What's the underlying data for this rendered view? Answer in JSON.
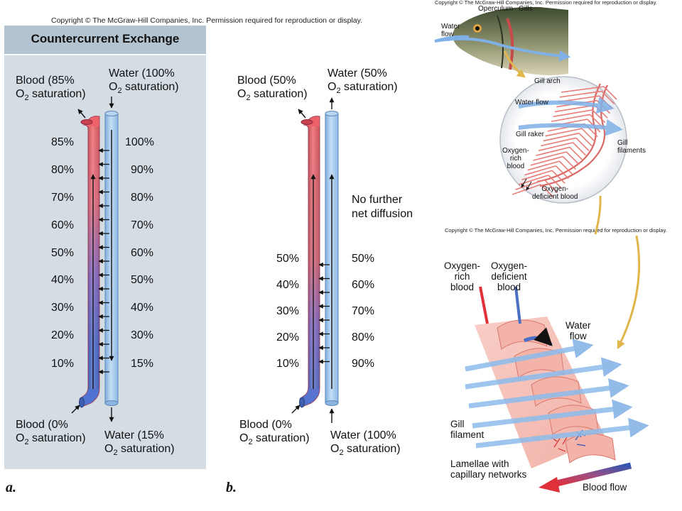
{
  "copyright": "Copyright © The McGraw-Hill Companies, Inc. Permission required for reproduction or display.",
  "panel_a": {
    "title": "Countercurrent Exchange",
    "figure_label": "a.",
    "blood_top": [
      "Blood (85%",
      "O",
      "2",
      " saturation)"
    ],
    "water_top": [
      "Water (100%",
      "O",
      "2",
      " saturation)"
    ],
    "blood_bottom": [
      "Blood (0%",
      "O",
      "2",
      " saturation)"
    ],
    "water_bottom": [
      "Water (15%",
      "O",
      "2",
      " saturation)"
    ],
    "blood_percents": [
      "85%",
      "80%",
      "70%",
      "60%",
      "50%",
      "40%",
      "30%",
      "20%",
      "10%"
    ],
    "water_percents": [
      "100%",
      "90%",
      "80%",
      "70%",
      "60%",
      "50%",
      "40%",
      "30%",
      "15%"
    ]
  },
  "panel_b": {
    "title": "Concurrent Exchange",
    "figure_label": "b.",
    "blood_top": [
      "Blood (50%",
      "O",
      "2",
      " saturation)"
    ],
    "water_top": [
      "Water (50%",
      "O",
      "2",
      " saturation)"
    ],
    "blood_bottom": [
      "Blood (0%",
      "O",
      "2",
      " saturation)"
    ],
    "water_bottom": [
      "Water (100%",
      "O",
      "2",
      " saturation)"
    ],
    "no_diffusion": [
      "No further",
      "net diffusion"
    ],
    "blood_percents": [
      "50%",
      "40%",
      "30%",
      "20%",
      "10%"
    ],
    "water_percents": [
      "50%",
      "60%",
      "70%",
      "80%",
      "90%"
    ]
  },
  "fish": {
    "operculum": "Operculum",
    "gills": "Gills",
    "water_flow": [
      "Water",
      "flow"
    ]
  },
  "gill_arch": {
    "gill_arch": "Gill arch",
    "water_flow": "Water flow",
    "gill_raker": "Gill raker",
    "gill_filaments": [
      "Gill",
      "filaments"
    ],
    "oxygen_rich": [
      "Oxygen-",
      "rich",
      "blood"
    ],
    "oxygen_deficient": [
      "Oxygen-",
      "deficient blood"
    ]
  },
  "filament": {
    "oxygen_rich": [
      "Oxygen-",
      "rich",
      "blood"
    ],
    "oxygen_deficient": [
      "Oxygen-",
      "deficient",
      "blood"
    ],
    "water_flow": [
      "Water",
      "flow"
    ],
    "gill_filament": [
      "Gill",
      "filament"
    ],
    "lamellae": [
      "Lamellae with",
      "capillary networks"
    ],
    "blood_flow": "Blood flow"
  },
  "colors": {
    "panel_bg": "#d5dde4",
    "panel_header": "#b3c3d0",
    "blood_red": "#e8525a",
    "blood_blue": "#4a6fc4",
    "water_blue": "#9cc6ea",
    "gill_pink": "#e8908a"
  }
}
